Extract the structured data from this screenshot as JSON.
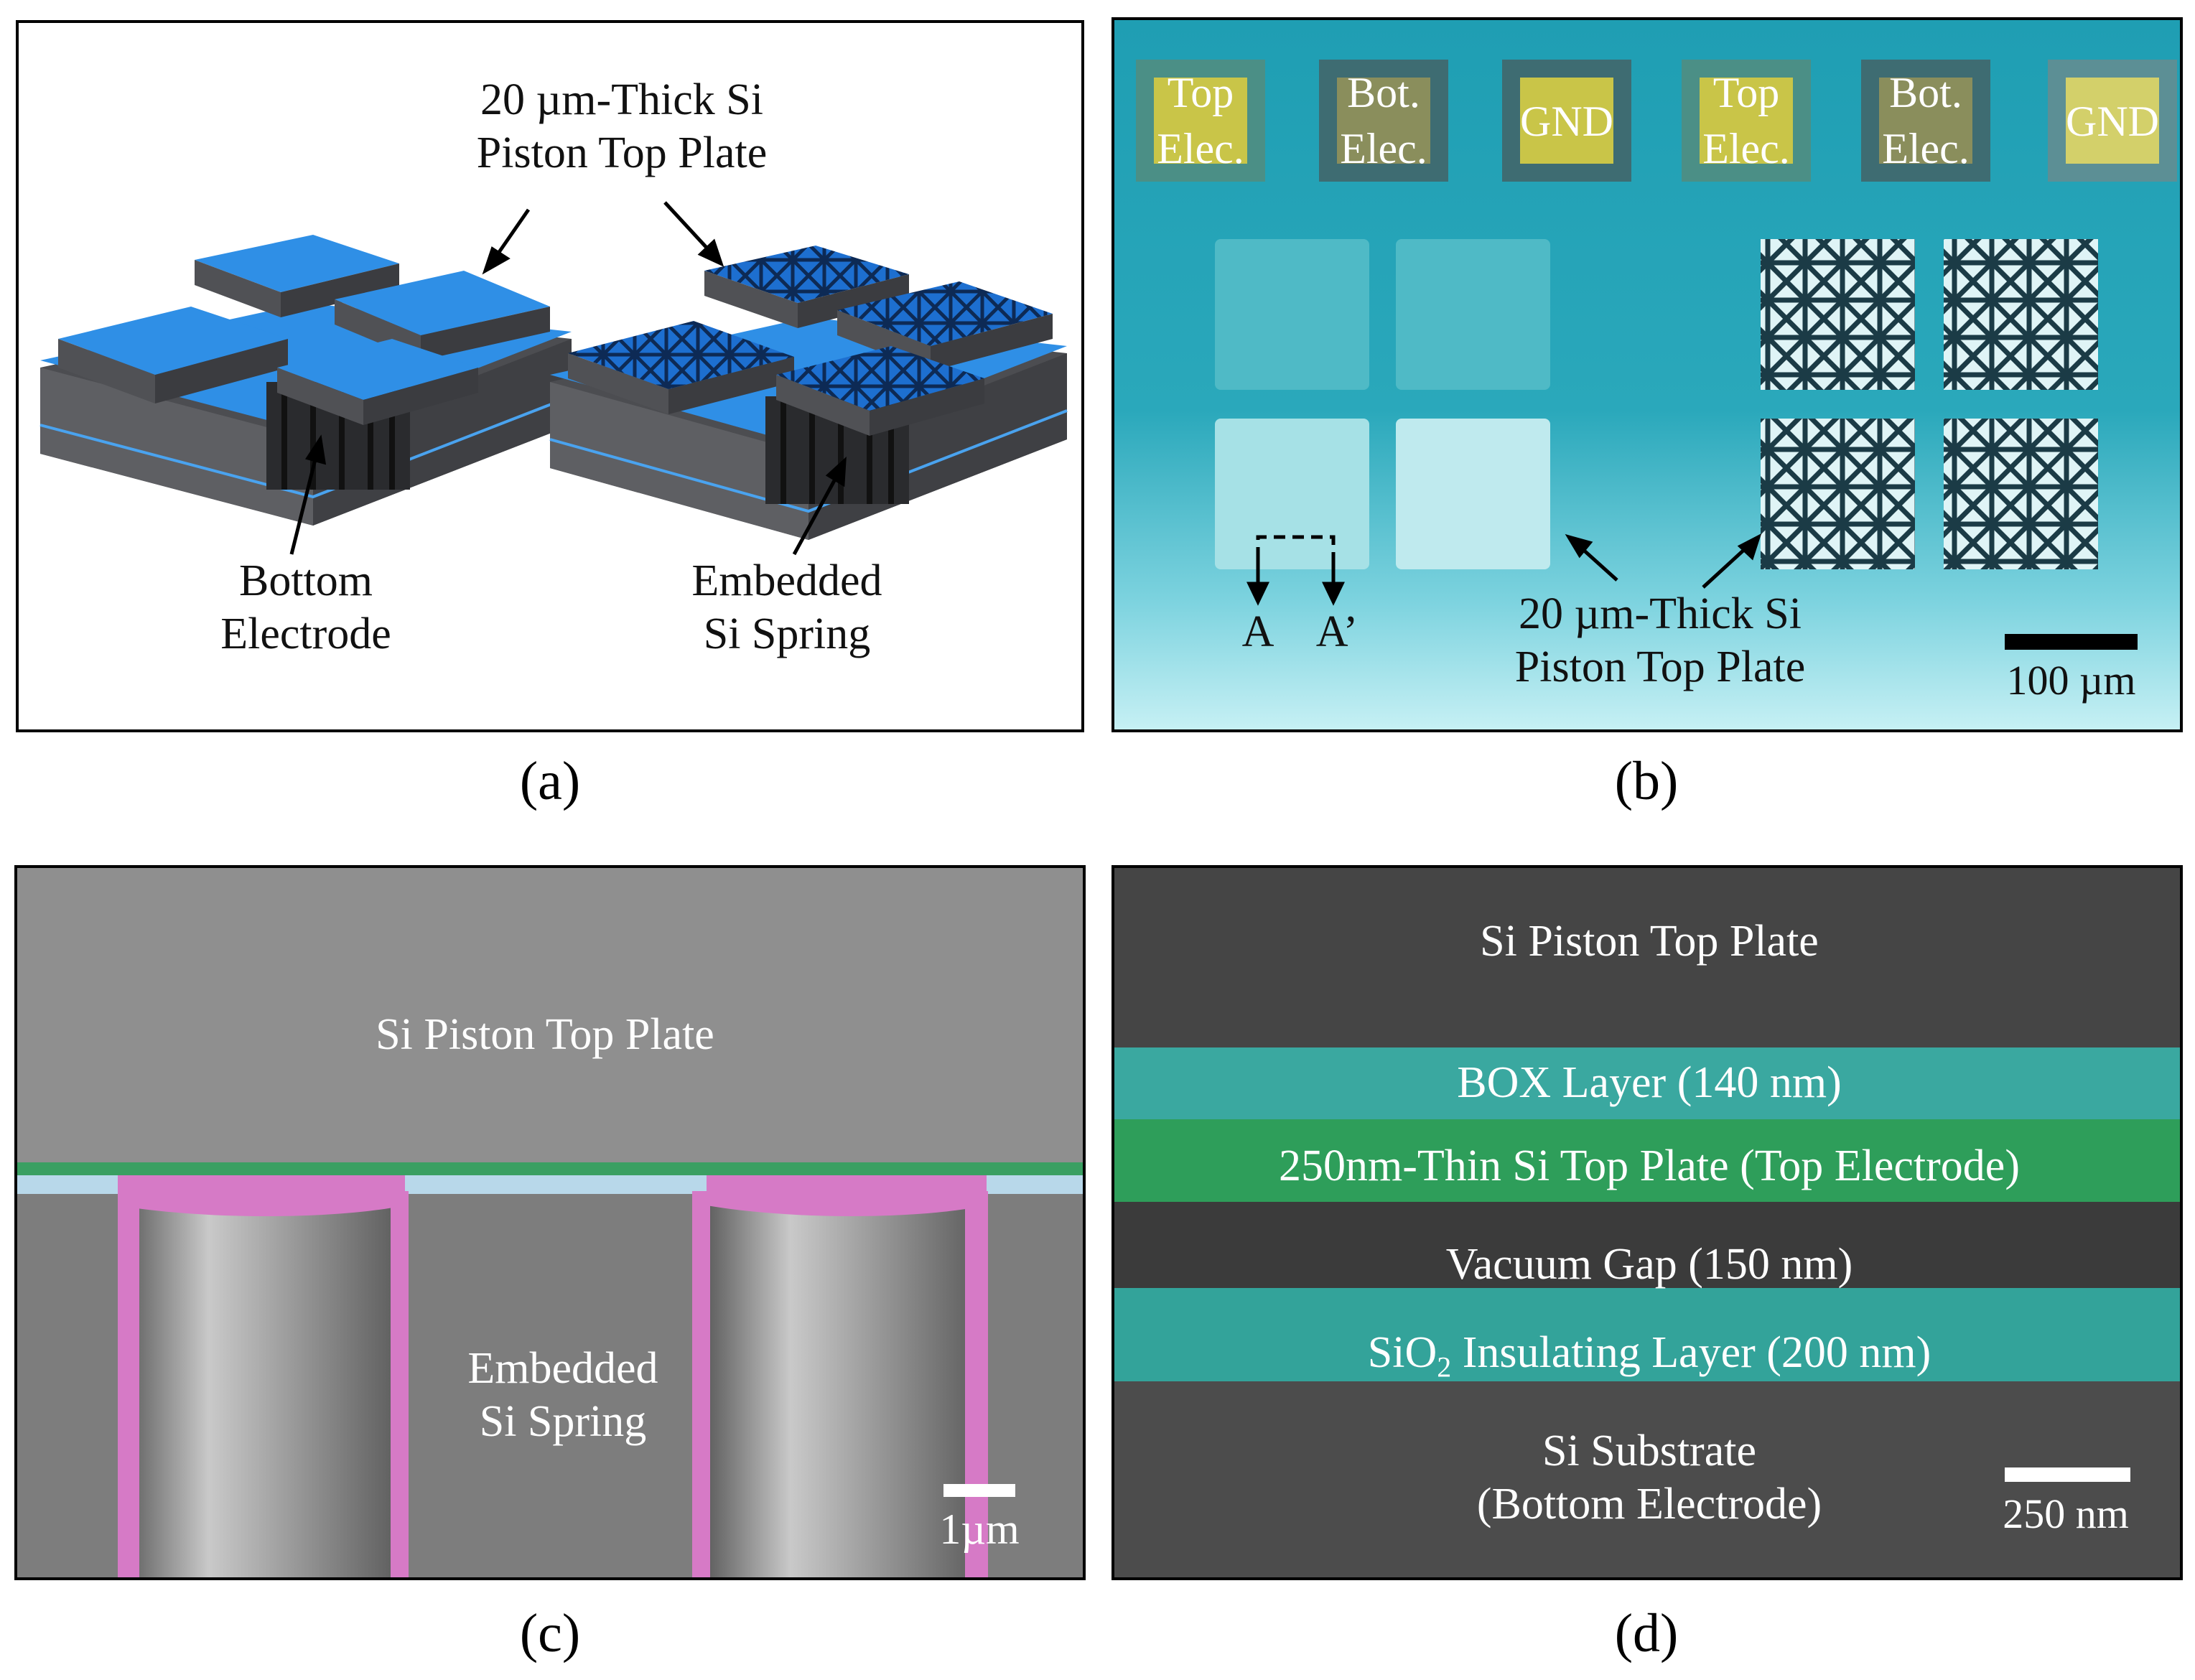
{
  "panels": {
    "a": {
      "caption": "(a)",
      "top_label_line1": "20 µm-Thick Si",
      "top_label_line2": "Piston Top Plate",
      "bottom_electrode_line1": "Bottom",
      "bottom_electrode_line2": "Electrode",
      "spring_line1": "Embedded",
      "spring_line2": "Si Spring"
    },
    "b": {
      "caption": "(b)",
      "pads": [
        {
          "line1": "Top",
          "line2": "Elec."
        },
        {
          "line1": "Bot.",
          "line2": "Elec."
        },
        {
          "line1": "GND",
          "line2": ""
        },
        {
          "line1": "Top",
          "line2": "Elec."
        },
        {
          "line1": "Bot.",
          "line2": "Elec."
        },
        {
          "line1": "GND",
          "line2": ""
        }
      ],
      "section_a": "A",
      "section_a_prime": "A’",
      "label_line1": "20 µm-Thick Si",
      "label_line2": "Piston Top Plate",
      "scale_bar": "100 µm"
    },
    "c": {
      "caption": "(c)",
      "top_plate": "Si Piston Top Plate",
      "spring_line1": "Embedded",
      "spring_line2": "Si Spring",
      "scale_bar": "1µm"
    },
    "d": {
      "caption": "(d)",
      "top_plate": "Si Piston Top Plate",
      "box_layer": "BOX Layer (140 nm)",
      "thin_plate": "250nm-Thin Si Top Plate (Top Electrode)",
      "vacuum_gap": "Vacuum Gap (150 nm)",
      "insulating_prefix": "SiO",
      "insulating_sub": "2",
      "insulating_suffix": " Insulating Layer (200 nm)",
      "substrate_line1": "Si Substrate",
      "substrate_line2": "(Bottom Electrode)",
      "scale_bar": "250 nm"
    }
  },
  "colors": {
    "plate_blue": "#2f8fe6",
    "body_gray": "#55565a",
    "sem_cyan": "#2aa5b5",
    "pad_yellow": "#c8c84a",
    "spring_pink": "#d878c8",
    "box_teal": "#3aa8a0",
    "thin_green": "#2e9e5a"
  }
}
